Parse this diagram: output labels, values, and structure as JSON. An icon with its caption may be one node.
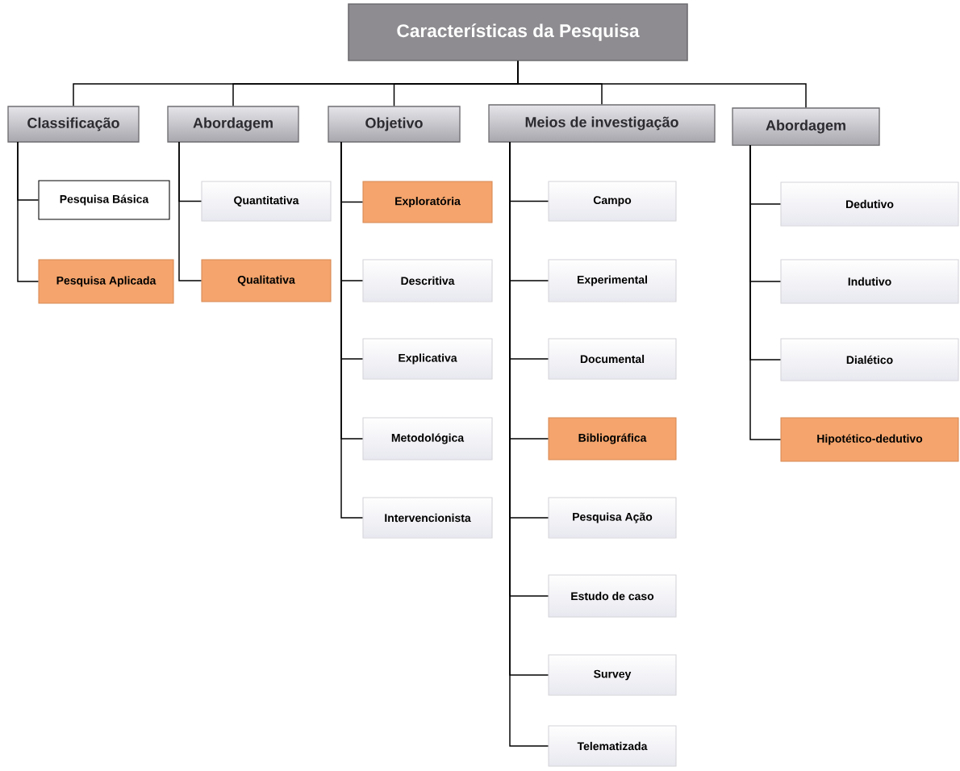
{
  "diagram": {
    "nodes": [
      {
        "text": [
          "Características da Pesquisa"
        ]
      },
      {
        "text": [
          "Classificação"
        ]
      },
      {
        "text": [
          "Abordagem"
        ]
      },
      {
        "text": [
          "Objetivo"
        ]
      },
      {
        "text": [
          "Meios de investigação"
        ]
      },
      {
        "text": [
          "Abordagem"
        ]
      },
      {
        "text": [
          "Pesquisa Básica"
        ]
      },
      {
        "text": [
          "Pesquisa Aplicada"
        ]
      },
      {
        "text": [
          "Quantitativa"
        ]
      },
      {
        "text": [
          "Qualitativa"
        ]
      },
      {
        "text": [
          "Exploratória"
        ]
      },
      {
        "text": [
          "Descritiva"
        ]
      },
      {
        "text": [
          "Explicativa"
        ]
      },
      {
        "text": [
          "Metodológica"
        ]
      },
      {
        "text": [
          "Intervencionista"
        ]
      },
      {
        "text": [
          "Campo"
        ]
      },
      {
        "text": [
          "Experimental"
        ]
      },
      {
        "text": [
          "Documental"
        ]
      },
      {
        "text": [
          "Bibliográfica"
        ]
      },
      {
        "text": [
          "Pesquisa Ação"
        ]
      },
      {
        "text": [
          "Estudo de caso"
        ]
      },
      {
        "text": [
          "Survey"
        ]
      },
      {
        "text": [
          "Telematizada"
        ]
      },
      {
        "text": [
          "Dedutivo"
        ]
      },
      {
        "text": [
          "Indutivo"
        ]
      },
      {
        "text": [
          "Dialético"
        ]
      },
      {
        "text": [
          "Hipotético-dedutivo"
        ]
      }
    ],
    "edges": [
      {
        "from": 0,
        "to": 1,
        "arrow": "none"
      },
      {
        "from": 0,
        "to": 2,
        "arrow": "none"
      },
      {
        "from": 0,
        "to": 3,
        "arrow": "none"
      },
      {
        "from": 0,
        "to": 4,
        "arrow": "none"
      },
      {
        "from": 0,
        "to": 5,
        "arrow": "none"
      },
      {
        "from": 1,
        "to": 6,
        "arrow": "none"
      },
      {
        "from": 1,
        "to": 7,
        "arrow": "none"
      },
      {
        "from": 2,
        "to": 8,
        "arrow": "none"
      },
      {
        "from": 2,
        "to": 9,
        "arrow": "none"
      },
      {
        "from": 3,
        "to": 10,
        "arrow": "none"
      },
      {
        "from": 3,
        "to": 11,
        "arrow": "none"
      },
      {
        "from": 3,
        "to": 12,
        "arrow": "none"
      },
      {
        "from": 3,
        "to": 13,
        "arrow": "none"
      },
      {
        "from": 3,
        "to": 14,
        "arrow": "none"
      },
      {
        "from": 4,
        "to": 15,
        "arrow": "none"
      },
      {
        "from": 4,
        "to": 16,
        "arrow": "none"
      },
      {
        "from": 4,
        "to": 17,
        "arrow": "none"
      },
      {
        "from": 4,
        "to": 18,
        "arrow": "none"
      },
      {
        "from": 4,
        "to": 19,
        "arrow": "none"
      },
      {
        "from": 4,
        "to": 20,
        "arrow": "none"
      },
      {
        "from": 4,
        "to": 21,
        "arrow": "none"
      },
      {
        "from": 4,
        "to": 22,
        "arrow": "none"
      },
      {
        "from": 5,
        "to": 23,
        "arrow": "none"
      },
      {
        "from": 5,
        "to": 24,
        "arrow": "none"
      },
      {
        "from": 5,
        "to": 25,
        "arrow": "none"
      },
      {
        "from": 5,
        "to": 26,
        "arrow": "none"
      }
    ]
  }
}
